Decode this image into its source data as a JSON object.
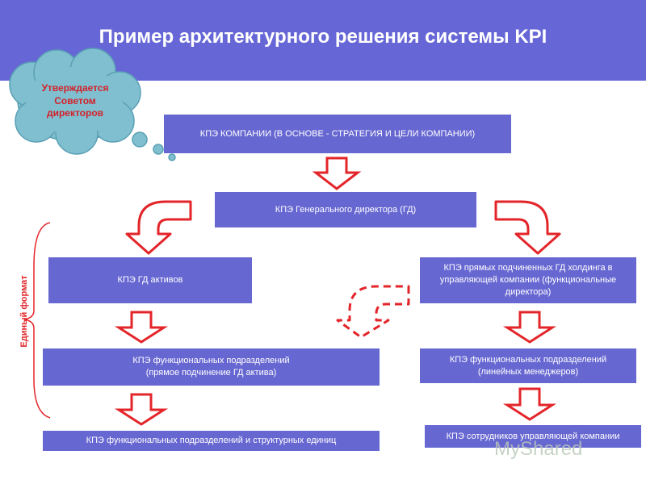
{
  "title": "Пример архитектурного решения системы KPI",
  "cloud": {
    "text": "Утверждается\nСоветом\nдиректоров"
  },
  "side_label": "Единый формат",
  "boxes": {
    "company": "КПЭ КОМПАНИИ (В ОСНОВЕ - СТРАТЕГИЯ И ЦЕЛИ КОМПАНИИ)",
    "gd": "КПЭ  Генерального директора (ГД)",
    "gd_assets": "КПЭ ГД активов",
    "direct_subordinates": "КПЭ прямых подчиненных ГД холдинга в управляющей компании (функциональные директора)",
    "func_units_direct": "КПЭ функциональных подразделений\n(прямое подчинение ГД актива)",
    "func_units_line": "КПЭ функциональных подразделений\n(линейных менеджеров)",
    "func_units_struct": "КПЭ функциональных подразделений и структурных единиц",
    "employees_mc": "КПЭ сотрудников управляющей компании"
  },
  "watermark": "MyShared",
  "colors": {
    "header": "#6666d6",
    "box": "#6767d2",
    "arrow": "#e3252a",
    "cloud": "#7fbfcf"
  }
}
